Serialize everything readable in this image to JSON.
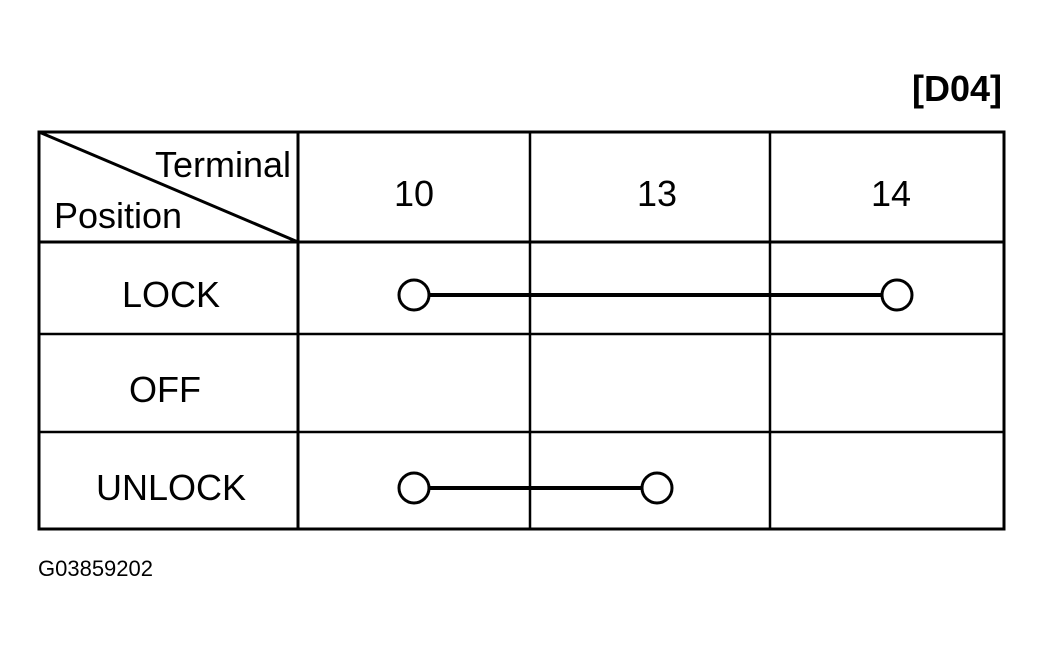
{
  "connector_id": "[D04]",
  "figure_code": "G03859202",
  "table": {
    "corner_top_label": "Terminal",
    "corner_bottom_label": "Position",
    "terminals": [
      "10",
      "13",
      "14"
    ],
    "positions": [
      {
        "label": "LOCK",
        "connected_terminals": [
          "10",
          "14"
        ]
      },
      {
        "label": "OFF",
        "connected_terminals": []
      },
      {
        "label": "UNLOCK",
        "connected_terminals": [
          "10",
          "13"
        ]
      }
    ]
  },
  "colors": {
    "line": "#000000",
    "background": "#ffffff"
  }
}
